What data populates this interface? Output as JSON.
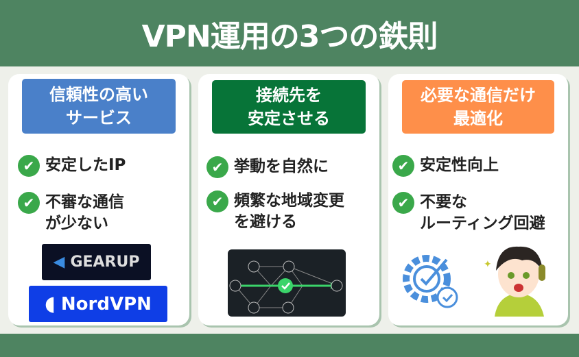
{
  "title": "VPN運用の3つの鉄則",
  "cards": [
    {
      "heading": [
        "信頼性の高い",
        "サービス"
      ],
      "color": "#4a80c9",
      "items": [
        [
          "安定したIP"
        ],
        [
          "不審な通信",
          "が少ない"
        ]
      ],
      "logos": [
        "GEARUP",
        "NordVPN"
      ]
    },
    {
      "heading": [
        "接続先を",
        "安定させる"
      ],
      "color": "#077438",
      "items": [
        [
          "挙動を自然に"
        ],
        [
          "頻繁な地域変更",
          "を避ける"
        ]
      ]
    },
    {
      "heading": [
        "必要な通信だけ",
        "最適化"
      ],
      "color": "#fe8f4a",
      "items": [
        [
          "安定性向上"
        ],
        [
          "不要な",
          "ルーティング回避"
        ]
      ]
    }
  ],
  "colors": {
    "header": "#4e8461",
    "check": "#3aa84a"
  }
}
